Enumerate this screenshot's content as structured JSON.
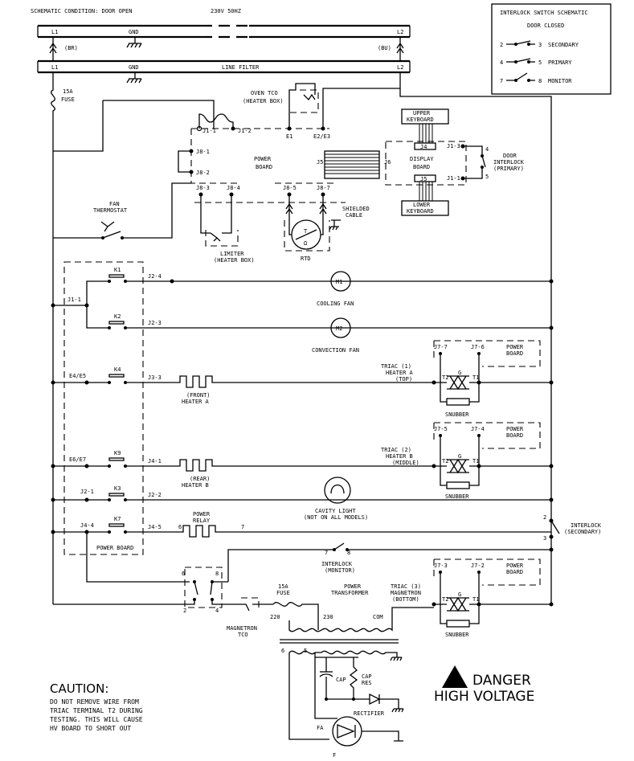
{
  "header": {
    "condition": "SCHEMATIC CONDITION: DOOR OPEN",
    "voltage": "230V 50HZ"
  },
  "lines": {
    "l1": "L1",
    "l2": "L2",
    "gnd": "GND",
    "gnd2": "GND",
    "l1b": "L1",
    "l2b": "L2",
    "br": "(BR)",
    "bu": "(BU)",
    "line_filter": "LINE FILTER"
  },
  "interlock_schematic": {
    "title": "INTERLOCK SWITCH SCHEMATIC",
    "subtitle": "DOOR CLOSED",
    "rows": [
      {
        "a": "2",
        "b": "3",
        "label": "SECONDARY"
      },
      {
        "a": "4",
        "b": "5",
        "label": "PRIMARY"
      },
      {
        "a": "7",
        "b": "8",
        "label": "MONITOR"
      }
    ]
  },
  "labels": {
    "fuse15a": "15A",
    "fuse": "FUSE",
    "oven_tco": "OVEN TCO",
    "heater_box": "(HEATER BOX)",
    "j11": "J1-1",
    "j12": "J1-2",
    "e1": "E1",
    "e2e3": "E2/E3",
    "upper_keyboard_1": "UPPER",
    "upper_keyboard_2": "KEYBOARD",
    "lower_keyboard_1": "LOWER",
    "lower_keyboard_2": "KEYBOARD",
    "j4": "J4",
    "j5_kb": "J5",
    "j5": "J5",
    "j6": "J6",
    "display_board_1": "DISPLAY",
    "display_board_2": "BOARD",
    "j13": "J1-3",
    "j11b": "J1-1",
    "door_interlock_1": "DOOR",
    "door_interlock_2": "INTERLOCK",
    "door_interlock_3": "(PRIMARY)",
    "n4": "4",
    "n5": "5",
    "j81": "J8-1",
    "j82": "J8-2",
    "power_board_1": "POWER",
    "power_board_2": "BOARD",
    "j83": "J8-3",
    "j84": "J8-4",
    "j85": "J8-5",
    "j87": "J8-7",
    "shielded_1": "SHIELDED",
    "shielded_2": "CABLE",
    "fan_thermo_1": "FAN",
    "fan_thermo_2": "THERMOSTAT",
    "limiter_1": "LIMITER",
    "limiter_2": "(HEATER BOX)",
    "rtd": "RTD",
    "rtd_t": "T",
    "rtd_omega": "Ω",
    "k1": "K1",
    "k2": "K2",
    "k4": "K4",
    "k9": "K9",
    "k3": "K3",
    "k7": "K7",
    "j24": "J2-4",
    "j23": "J2-3",
    "j33": "J3-3",
    "j41": "J4-1",
    "j21": "J2-1",
    "j22": "J2-2",
    "j44": "J4-4",
    "j45": "J4-5",
    "j11c": "J1-1",
    "e4e5": "E4/E5",
    "e6e7": "E6/E7",
    "m1": "M1",
    "m2": "M2",
    "cooling_fan": "COOLING FAN",
    "convection_fan": "CONVECTION FAN",
    "front": "(FRONT)",
    "heater_a": "HEATER A",
    "rear": "(REAR)",
    "heater_b": "HEATER B",
    "cavity_light": "CAVITY LIGHT",
    "not_all_models": "(NOT ON ALL MODELS)",
    "power_relay_1": "POWER",
    "power_relay_2": "RELAY",
    "pr_6": "6",
    "pr_7": "7",
    "power_board_lbl": "POWER BOARD",
    "interlock_monitor_1": "INTERLOCK",
    "interlock_monitor_2": "(MONITOR)",
    "im_7": "7",
    "im_8": "8",
    "interlock_secondary_1": "INTERLOCK",
    "interlock_secondary_2": "(SECONDARY)",
    "is_2": "2",
    "is_3": "3",
    "triac1_1": "TRIAC (1)",
    "triac1_2": "HEATER A",
    "triac1_3": "(TOP)",
    "triac2_1": "TRIAC (2)",
    "triac2_2": "HEATER B",
    "triac2_3": "(MIDDLE)",
    "triac3_1": "TRIAC (3)",
    "triac3_2": "MAGNETRON",
    "triac3_3": "(BOTTOM)",
    "j77": "J7-7",
    "j76": "J7-6",
    "j75": "J7-5",
    "j74": "J7-4",
    "j73": "J7-3",
    "j72": "J7-2",
    "pb_t1a": "POWER",
    "pb_t1b": "BOARD",
    "pb_t2a": "POWER",
    "pb_t2b": "BOARD",
    "pb_t3a": "POWER",
    "pb_t3b": "BOARD",
    "t2": "T2",
    "t1": "T1",
    "g": "G",
    "snubber": "SNUBBER",
    "sw_6": "6",
    "sw_8": "8",
    "sw_2": "2",
    "sw_4": "4",
    "fuse15a_2": "15A",
    "fuse_2": "FUSE",
    "magnetron_tco_1": "MAGNETRON",
    "magnetron_tco_2": "TCO",
    "power_transformer_1": "POWER",
    "power_transformer_2": "TRANSFORMER",
    "v220": "220",
    "v230": "230",
    "com": "COM",
    "s6": "6",
    "s5": "5",
    "cap": "CAP",
    "cap_res_1": "CAP",
    "cap_res_2": "RES",
    "rectifier": "RECTIFIER",
    "fa": "FA",
    "f": "F"
  },
  "caution": {
    "title": "CAUTION:",
    "lines": [
      "DO NOT REMOVE WIRE FROM",
      "TRIAC TERMINAL T2 DURING",
      "TESTING. THIS WILL CAUSE",
      "HV BOARD TO SHORT OUT"
    ]
  },
  "danger": {
    "title": "DANGER",
    "subtitle": "HIGH VOLTAGE",
    "symbol": "!"
  }
}
